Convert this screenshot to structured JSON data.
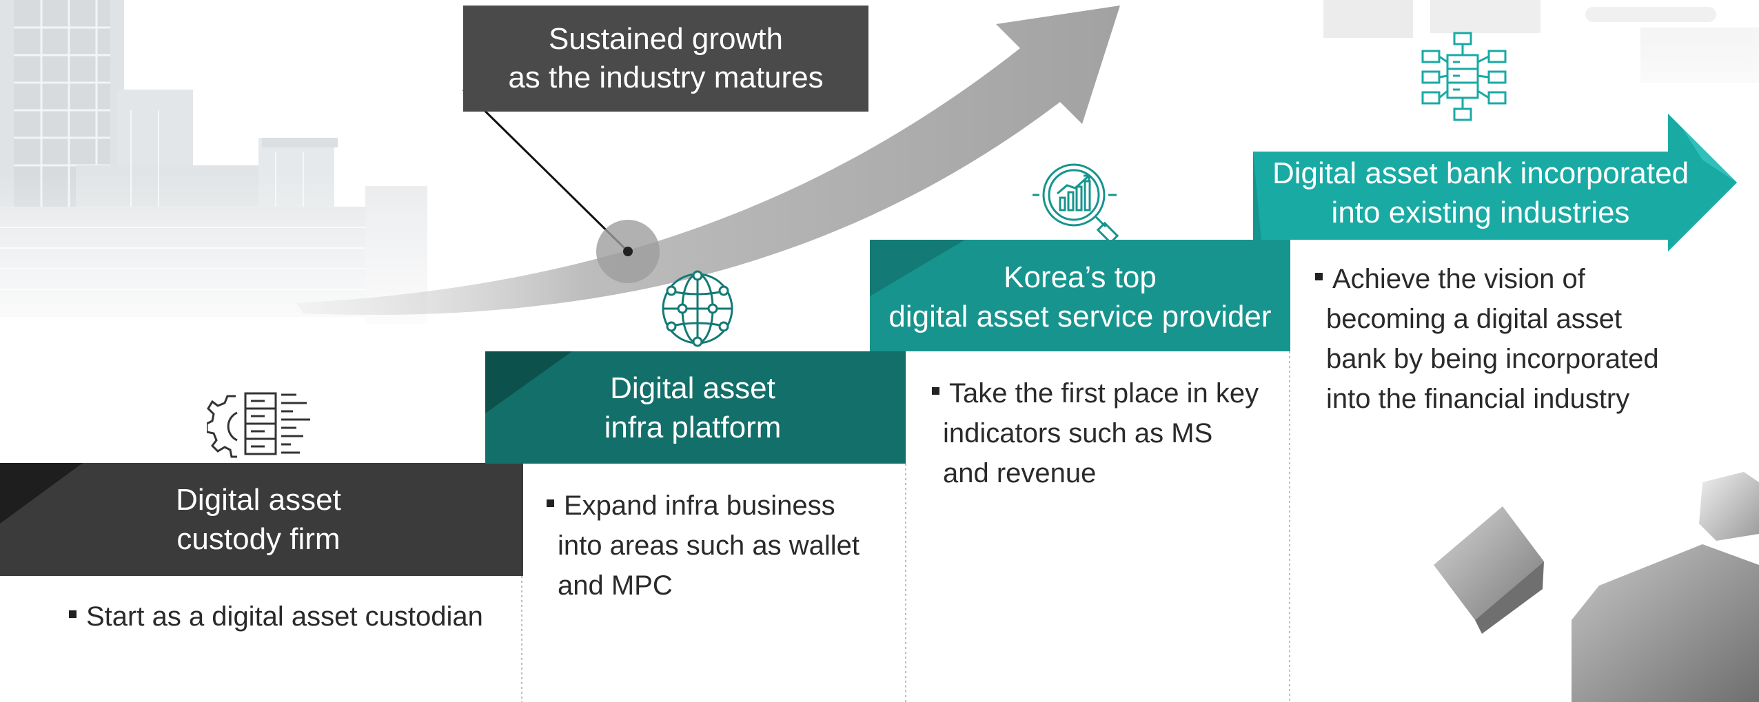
{
  "callout": {
    "line1": "Sustained growth",
    "line2": "as the industry matures"
  },
  "stages": [
    {
      "title_lines": [
        "Digital asset",
        "custody firm"
      ],
      "desc_lines": [
        "Start as a digital asset custodian"
      ],
      "icon": "server-gear-icon",
      "color": "#3a3a3a"
    },
    {
      "title_lines": [
        "Digital asset",
        "infra platform"
      ],
      "desc_lines": [
        "Expand infra business",
        "into areas such as wallet",
        "and MPC"
      ],
      "icon": "globe-network-icon",
      "color": "#116e68"
    },
    {
      "title_lines": [
        "Korea’s top",
        "digital asset service provider"
      ],
      "desc_lines": [
        "Take the first place in key",
        "indicators such as MS",
        "and revenue"
      ],
      "icon": "magnifier-chart-icon",
      "color": "#17928d"
    },
    {
      "title_lines": [
        "Digital asset bank incorporated",
        "into existing industries"
      ],
      "desc_lines": [
        "Achieve the vision of",
        "becoming a digital asset",
        "bank by being incorporated",
        "into the financial industry"
      ],
      "icon": "server-network-icon",
      "color": "#19aaa4"
    }
  ],
  "colors": {
    "accent_teal": "#19aaa4",
    "dark_teal": "#116e68",
    "dark_gray": "#3a3a3a",
    "arrow_gray": "#a8a8a8"
  }
}
